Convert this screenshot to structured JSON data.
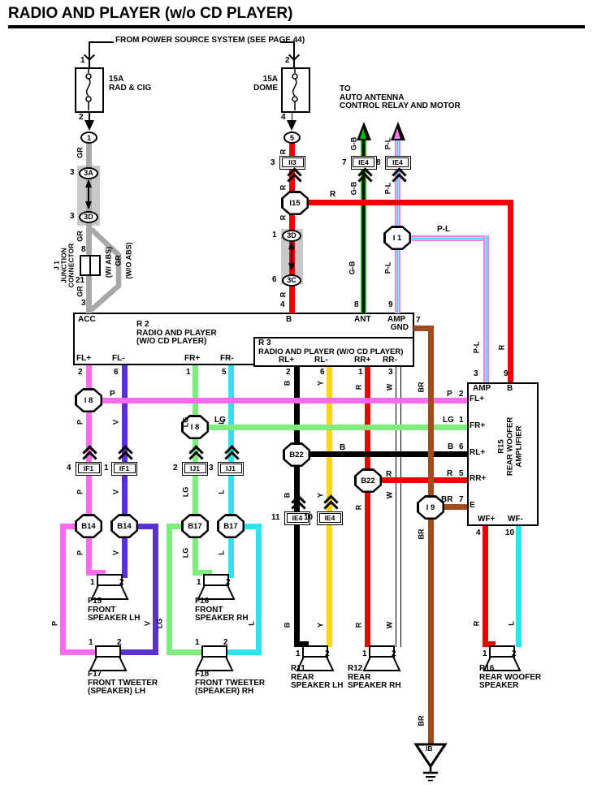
{
  "title": "RADIO AND PLAYER (w/o CD PLAYER)",
  "power_note": "FROM POWER SOURCE SYSTEM (SEE PAGE 44)",
  "antenna_note": {
    "l1": "TO",
    "l2": "AUTO ANTENNA",
    "l3": "CONTROL RELAY AND MOTOR"
  },
  "fuses": {
    "f1_rating": "15A",
    "f1_name": "RAD & CIG",
    "f2_rating": "15A",
    "f2_name": "DOME"
  },
  "r2": {
    "id": "R 2",
    "line1": "RADIO AND PLAYER",
    "line2": "(W/O CD PLAYER)"
  },
  "r3": {
    "id": "R 3",
    "name": "RADIO AND PLAYER (W/O CD PLAYER)"
  },
  "r15": {
    "id": "R15",
    "line1": "REAR WOOFER",
    "line2": "AMPLIFIER"
  },
  "j1": {
    "id": "J 1",
    "line1": "JUNCTION",
    "line2": "CONNECTOR",
    "with_abs": "(W/ ABS)",
    "without_abs": "(W/O ABS)"
  },
  "terminals": {
    "acc": "ACC",
    "b": "B",
    "ant": "ANT",
    "amp": "AMP",
    "gnd": "GND",
    "flp": "FL+",
    "flm": "FL-",
    "frp": "FR+",
    "frm": "FR-",
    "rlp": "RL+",
    "rlm": "RL-",
    "rrp": "RR+",
    "rrm": "RR-",
    "e": "E",
    "wfp": "WF+",
    "wfm": "WF-"
  },
  "speakers": {
    "f15": {
      "id": "F15",
      "l1": "FRONT",
      "l2": "SPEAKER LH"
    },
    "f16": {
      "id": "F16",
      "l1": "FRONT",
      "l2": "SPEAKER RH"
    },
    "f17": {
      "id": "F17",
      "l1": "FRONT TWEETER",
      "l2": "(SPEAKER) LH"
    },
    "f18": {
      "id": "F18",
      "l1": "FRONT TWEETER",
      "l2": "(SPEAKER) RH"
    },
    "r11": {
      "id": "R11",
      "l1": "REAR",
      "l2": "SPEAKER LH"
    },
    "r12": {
      "id": "R12",
      "l1": "REAR",
      "l2": "SPEAKER RH"
    },
    "r16": {
      "id": "R16",
      "l1": "REAR WOOFER",
      "l2": "SPEAKER"
    }
  },
  "conn": {
    "c1": "1",
    "c5": "5",
    "a3": "3A",
    "d3": "3D",
    "c3": "3C",
    "ii3": "II3",
    "ie4": "IE4",
    "i15": "I15",
    "i1": "I 1",
    "i8": "I 8",
    "i9": "I 9",
    "if1": "IF1",
    "ij1": "IJ1",
    "b14": "B14",
    "b17": "B17",
    "b22": "B22",
    "ground": "IB"
  },
  "w": {
    "gr": "GR",
    "r": "R",
    "gb": "G-B",
    "pl": "P-L",
    "p": "P",
    "v": "V",
    "lg": "LG",
    "l": "L",
    "b": "B",
    "y": "Y",
    "w": "W",
    "br": "BR"
  },
  "num": {
    "1": "1",
    "2": "2",
    "3": "3",
    "4": "4",
    "5": "5",
    "6": "6",
    "7": "7",
    "8": "8",
    "9": "9",
    "10": "10",
    "11": "11",
    "21": "21"
  },
  "colors": {
    "red": "#ec0000",
    "gray": "#a8a8a8",
    "green": "#00bc00",
    "pink": "#ff6af0",
    "violet": "#5a2fd4",
    "light_green": "#7dee7d",
    "light_blue": "#2ae4ee",
    "yellow": "#ffd800",
    "brown": "#a34b1e",
    "black": "#000000",
    "white": "#ffffff",
    "shade": "#c9c9c9"
  }
}
